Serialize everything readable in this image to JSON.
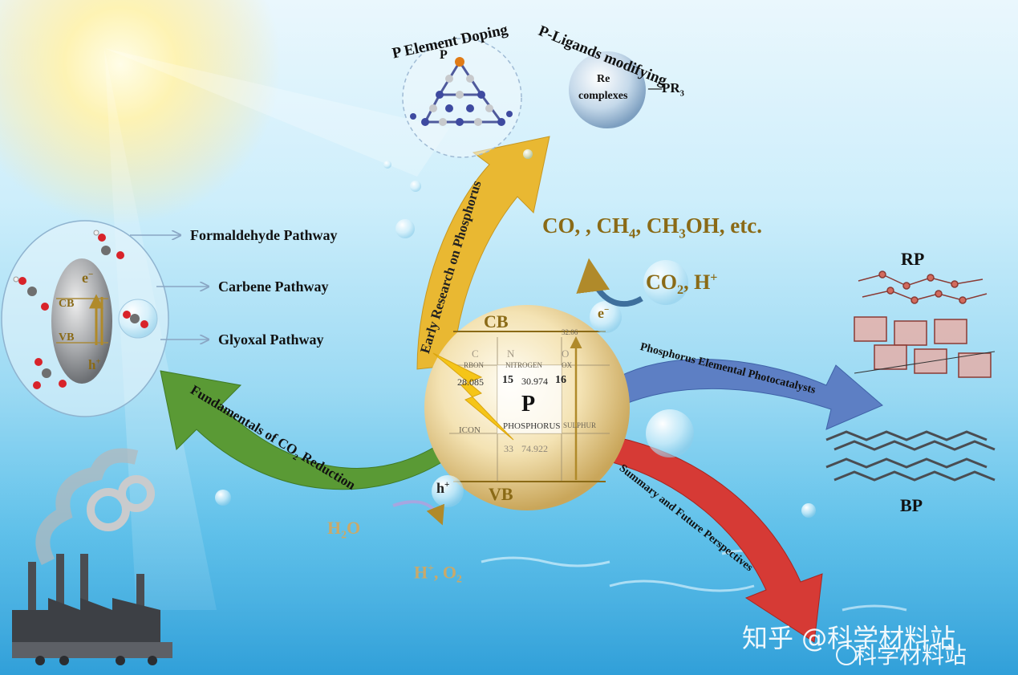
{
  "central": {
    "cb": "CB",
    "vb": "VB",
    "hole": "h",
    "electron": "e",
    "element": {
      "symbol": "P",
      "number": "15",
      "mass": "30.974",
      "name": "PHOSPHORUS",
      "neighbors_top": [
        "C",
        "N",
        "O"
      ],
      "neighbor_labels": [
        "RBON",
        "NITROGEN",
        "OX"
      ],
      "left_mass": "28.085",
      "left_name": "ICON",
      "right_number": "16",
      "right_name": "SULPHUR",
      "bottom_number": "33",
      "bottom_mass": "74.922",
      "bottom_right": "32.06"
    }
  },
  "arrows": {
    "early": "Early Research on Phosphorus",
    "fundamentals": "Fundamentals of CO",
    "fundamentals_tail": " Reduction",
    "elemental": "Phosphorus Elemental Photocatalysts",
    "summary": "Summary and Future Perspectives"
  },
  "top": {
    "doping": "P Element Doping",
    "ligand": "P-Ligands modifying",
    "doping_atom": "P",
    "re_label": "Re",
    "re_label2": "complexes",
    "pr3": "—PR"
  },
  "products": {
    "line_parts": [
      "CO",
      ", CH",
      ", CH",
      "OH, etc."
    ],
    "reactants": "CO",
    "reactants_tail": ", H"
  },
  "pathways": {
    "formaldehyde": "Formaldehyde Pathway",
    "carbene": "Carbene Pathway",
    "glyoxal": "Glyoxal Pathway",
    "cb": "CB",
    "vb": "VB",
    "e": "e",
    "h": "h"
  },
  "water": {
    "h2o": "H",
    "h2o_tail": "O",
    "products": "H",
    "products_tail": ", O"
  },
  "allotropes": {
    "rp": "RP",
    "bp": "BP"
  },
  "watermark": {
    "zhihu": "知乎 @科学材料站",
    "weibo": "科学材料站"
  },
  "colors": {
    "early_arrow": "#e9b832",
    "fundamentals_arrow": "#5a9a35",
    "elemental_arrow": "#5d7fc4",
    "summary_arrow": "#d63a35",
    "gold_text": "#8a6a16"
  }
}
